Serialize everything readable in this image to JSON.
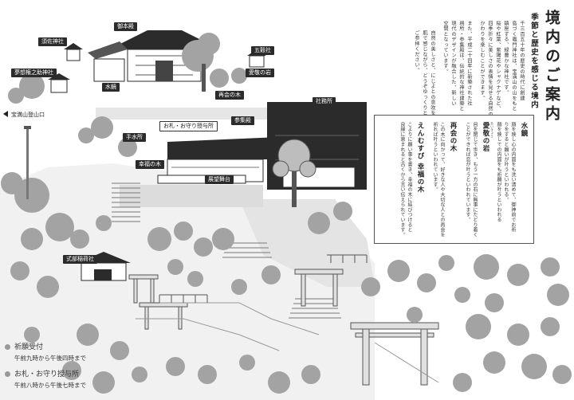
{
  "page": {
    "title": "境内のご案内",
    "subtitle": "季節と歴史を感じる境内"
  },
  "intro": {
    "col1": "千三百五十年の歴史の時代に創建",
    "col2": "島づく竈門神社は、宝満山の山をもと",
    "col3": "鎮座する、緑豊かな神社です。",
    "col4": "桜や紅葉、紫陽花やシャクナゲなど、",
    "col5": "四季折々に美しさの表情を見せる自然の",
    "col6": "かわりを楽しむことができます。",
    "col7": "また、平成二十四年に新築された社",
    "col8": "務所・参集殿は、伝統的な神社建築と",
    "col9": "現代のデザインが融合した、新しい",
    "col10": "空間となっています。",
    "col11": "自然の美しさと、にじよとの息吹を",
    "col12": "肌で感じながら、どうぞゆっくりと",
    "col13": "ご参拝ください。"
  },
  "info_box": {
    "s1_title": "水鏡",
    "s1_text": [
      "顔を映し心の内面をも洗い清めて、御神前でお祈",
      "りをすると願いが叶うといわれる。",
      "顔を映しての内面をも祈願が叶うといわれる"
    ],
    "s2_title": "愛敬の岩",
    "s2_ruby": "あいきょう",
    "s2_text": [
      "目を閉じて歩き、もう一方の石に無事にたどり着く",
      "ことができれば恋が叶うといわれています。"
    ],
    "s3_title": "再会の木",
    "s3_text": [
      "この木に向かって、好きな人や大切な人との再会を",
      "祈れば叶うといわれています。"
    ],
    "s4_title": "えんむすび 幸福の木",
    "s4_text": [
      "こよりに願い事を書き、幸福の木に結びつけると",
      "良縁に恵まれると古くから言い伝えられています。"
    ]
  },
  "labels": {
    "honden": "御本殿",
    "suzaku": "須佐神社",
    "yume": "夢想権之助神社",
    "mizukagami": "水鏡",
    "gosha": "五穀社",
    "aikyo": "愛敬の岩",
    "saikai": "再会の木",
    "shamusho": "社務所",
    "sanshuden": "参集殿",
    "omamori": "お札・お守り授与所",
    "temizu": "手水所",
    "kofuku": "幸福の木",
    "tenbo": "展望舞台",
    "shikibu": "式部稲荷社",
    "mountain": "宝満山登山口"
  },
  "hours": {
    "h1_title": "祈願受付",
    "h1_time": "午前九時から午後四時まで",
    "h2_title": "お札・お守り授与所",
    "h2_time": "午前八時から午後七時まで"
  },
  "colors": {
    "ink": "#2b2b2b",
    "tree": "#9e9e9e",
    "stone": "#cfcfcf",
    "paper": "#ffffff"
  }
}
